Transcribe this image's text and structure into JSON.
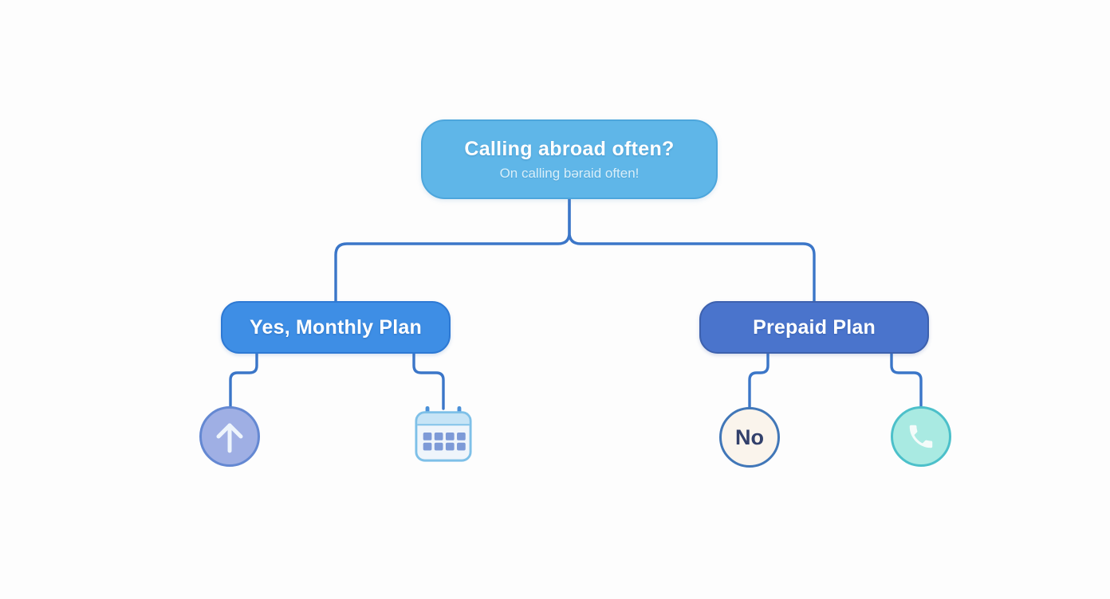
{
  "diagram": {
    "root": {
      "title": "Calling abroad often?",
      "subtitle": "On calling bəraid often!"
    },
    "branches": {
      "left": {
        "label": "Yes, Monthly Plan",
        "children": [
          {
            "icon": "arrow-up-icon"
          },
          {
            "icon": "calendar-icon"
          }
        ]
      },
      "right": {
        "label": "Prepaid Plan",
        "children": [
          {
            "label": "No"
          },
          {
            "icon": "phone-icon"
          }
        ]
      }
    }
  },
  "colors": {
    "canvas-bg": "#fdfdfd",
    "connector": "#3b76c8",
    "root-fill": "#5fb6e8",
    "root-border": "#4da6dc",
    "root-title": "#ffffff",
    "root-subtitle": "#d8effa",
    "left-fill": "#3e8ee5",
    "left-border": "#2d79d4",
    "right-fill": "#4a74cc",
    "right-border": "#3d61ae",
    "node-text": "#ffffff",
    "arrow-circle-fill": "#9fafe4",
    "arrow-circle-border": "#6488d2",
    "arrow-glyph": "#eef5fc",
    "calendar-border": "#7ec0e8",
    "calendar-body": "#eff5fb",
    "calendar-header": "#c7e4f6",
    "calendar-peg": "#4a90d8",
    "calendar-cell": "#7d9ad7",
    "no-fill": "#faf4ec",
    "no-border": "#4177b8",
    "no-text": "#32406b",
    "phone-fill": "#a9eae2",
    "phone-border": "#4cc0ca",
    "phone-glyph": "#f4fbfa"
  }
}
